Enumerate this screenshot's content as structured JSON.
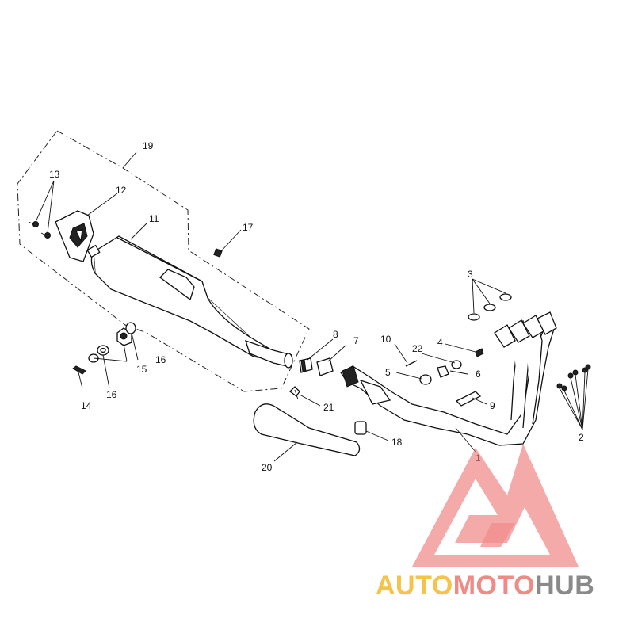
{
  "callouts": {
    "c1": "1",
    "c2": "2",
    "c3": "3",
    "c4": "4",
    "c5": "5",
    "c6": "6",
    "c7": "7",
    "c8": "8",
    "c9": "9",
    "c10": "10",
    "c11": "11",
    "c12": "12",
    "c13": "13",
    "c14": "14",
    "c15": "15",
    "c16a": "16",
    "c16b": "16",
    "c17": "17",
    "c18": "18",
    "c19": "19",
    "c20": "20",
    "c21": "21",
    "c22": "22"
  },
  "watermark": {
    "part1": "AUTO",
    "part2": "MOTO",
    "part3": "HUB",
    "colors": {
      "auto": "#f5c24a",
      "moto": "#f08a84",
      "hub": "#8a8a8a",
      "logo": "#f07a7a"
    }
  }
}
